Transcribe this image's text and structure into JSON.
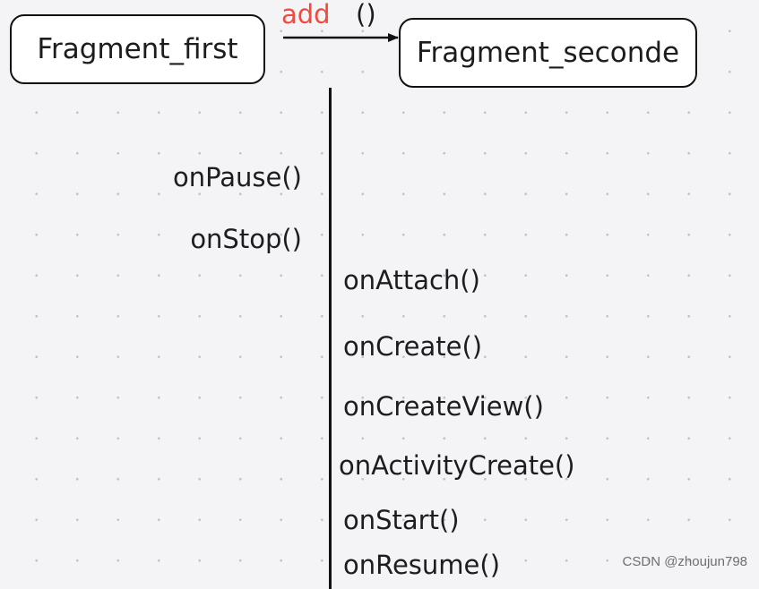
{
  "diagram": {
    "nodes": {
      "first": "Fragment_first",
      "second": "Fragment_seconde"
    },
    "edge": {
      "method": "add",
      "parens": "()"
    },
    "callbacks_first": [
      "onPause()",
      "onStop()"
    ],
    "callbacks_second": [
      "onAttach()",
      "onCreate()",
      "onCreateView()",
      "onActivityCreate()",
      "onStart()",
      "onResume()"
    ],
    "colors": {
      "method_label": "#f04a3e",
      "lines": "#111111",
      "node_fill": "#ffffff",
      "background": "#f4f4f6"
    }
  },
  "watermark": "CSDN @zhoujun798"
}
